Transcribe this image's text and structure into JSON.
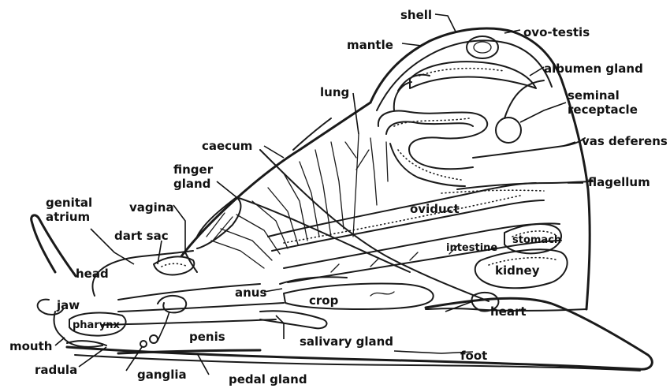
{
  "labels": {
    "shell": "shell",
    "ovo_testis": "ovo-testis",
    "mantle": "mantle",
    "albumen_gland": "albumen gland",
    "lung": "lung",
    "seminal_receptacle_1": "seminal",
    "seminal_receptacle_2": "receptacle",
    "caecum": "caecum",
    "vas_deferens": "vas deferens",
    "finger_gland_1": "finger",
    "finger_gland_2": "gland",
    "flagellum": "flagellum",
    "genital_atrium_1": "genital",
    "genital_atrium_2": "atrium",
    "vagina": "vagina",
    "oviduct": "oviduct",
    "dart_sac": "dart sac",
    "intestine": "intestine",
    "stomach": "stomach",
    "head": "head",
    "kidney": "kidney",
    "jaw": "jaw",
    "anus": "anus",
    "crop": "crop",
    "heart": "heart",
    "pharynx": "pharynx",
    "mouth": "mouth",
    "penis": "penis",
    "salivary_gland": "salivary gland",
    "foot": "foot",
    "radula": "radula",
    "ganglia": "ganglia",
    "pedal_gland": "pedal gland"
  }
}
